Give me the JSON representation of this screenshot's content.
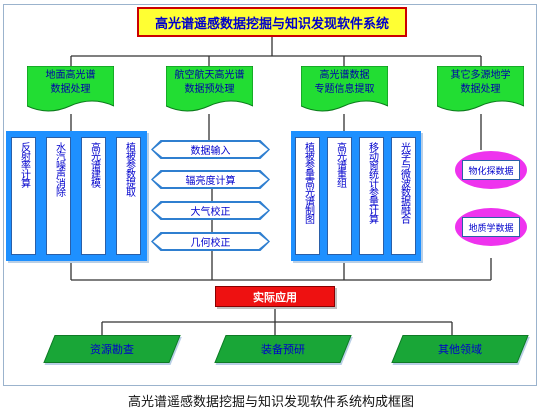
{
  "title": "高光谱遥感数据挖掘与知识发现软件系统",
  "categories": [
    {
      "label": "地面高光谱\n数据处理"
    },
    {
      "label": "航空航天高光谱\n数据预处理"
    },
    {
      "label": "高光谱数据\n专题信息提取"
    },
    {
      "label": "其它多源地学\n数据处理"
    }
  ],
  "ground_modules": [
    "反射率计算",
    "水汽噪声消除",
    "高光谱建模",
    "植被参数提取"
  ],
  "preprocess_steps": [
    "数据输入",
    "辐亮度计算",
    "大气校正",
    "几何校正"
  ],
  "thematic_modules": [
    "植被参量高光谱制图",
    "高光谱重组",
    "移动窗统计参量计算",
    "光学与微波数据融合"
  ],
  "other_items": [
    "物化探数据",
    "地质学数据"
  ],
  "application": "实际应用",
  "outputs": [
    "资源勘查",
    "装备预研",
    "其他领域"
  ],
  "caption": "高光谱遥感数据挖掘与知识发现软件系统构成框图",
  "colors": {
    "title_fill": "#ffff33",
    "title_border": "#cc0000",
    "banner_fill": "#22dd33",
    "module_group": "#1e90ff",
    "ellipse": "#ee33ee",
    "application": "#ee1111",
    "output": "#19a637",
    "text": "#0000cc"
  }
}
